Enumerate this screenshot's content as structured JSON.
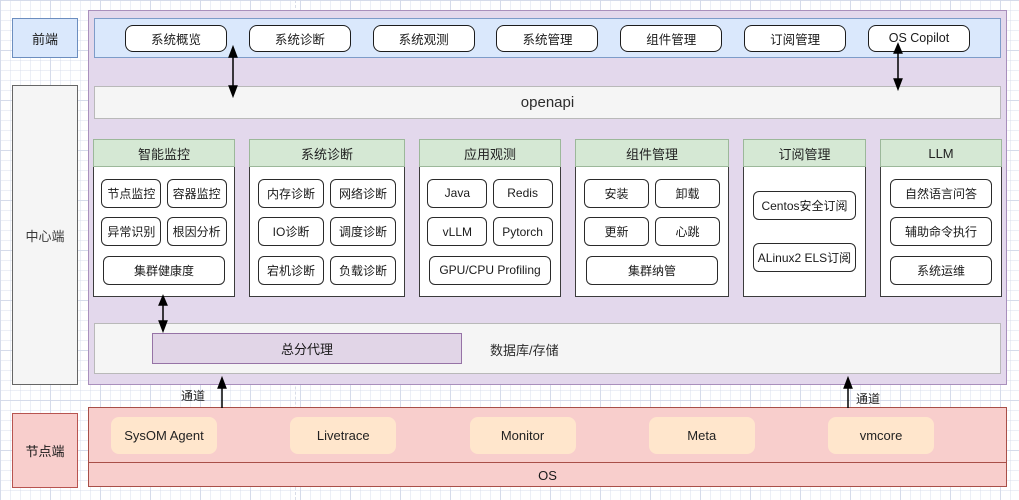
{
  "diagram": {
    "layers": {
      "frontend": {
        "label": "前端"
      },
      "center": {
        "label": "中心端"
      },
      "node": {
        "label": "节点端"
      }
    },
    "frontend_tabs": [
      "系统概览",
      "系统诊断",
      "系统观测",
      "系统管理",
      "组件管理",
      "订阅管理",
      "OS Copilot"
    ],
    "openapi_label": "openapi",
    "columns": [
      {
        "title": "智能监控",
        "items": [
          "节点监控",
          "容器监控",
          "异常识别",
          "根因分析",
          "集群健康度"
        ]
      },
      {
        "title": "系统诊断",
        "items": [
          "内存诊断",
          "网络诊断",
          "IO诊断",
          "调度诊断",
          "宕机诊断",
          "负载诊断"
        ]
      },
      {
        "title": "应用观测",
        "items": [
          "Java",
          "Redis",
          "vLLM",
          "Pytorch",
          "GPU/CPU Profiling"
        ]
      },
      {
        "title": "组件管理",
        "items": [
          "安装",
          "卸载",
          "更新",
          "心跳",
          "集群纳管"
        ]
      },
      {
        "title": "订阅管理",
        "items": [
          "Centos安全订阅",
          "ALinux2 ELS订阅"
        ]
      },
      {
        "title": "LLM",
        "items": [
          "自然语言问答",
          "辅助命令执行",
          "系统运维"
        ]
      }
    ],
    "proxy_label": "总分代理",
    "storage_label": "数据库/存储",
    "channel_left": "通道",
    "channel_right": "通道",
    "node_agents": [
      "SysOM Agent",
      "Livetrace",
      "Monitor",
      "Meta",
      "vmcore"
    ],
    "os_label": "OS",
    "colors": {
      "purple_fill": "#e1d5e7",
      "purple_border": "#9673a6",
      "blue_fill": "#dae8fc",
      "blue_border": "#6c8ebf",
      "green_fill": "#d5e8d4",
      "green_border": "#9cb89a",
      "gray_fill": "#f5f5f5",
      "gray_border": "#b9b9b9",
      "red_fill": "#f8cecc",
      "red_border": "#b85450",
      "orange_fill": "#ffe6cc",
      "node_chip_border": "#2a2a2a",
      "arrow": "#000000"
    }
  }
}
